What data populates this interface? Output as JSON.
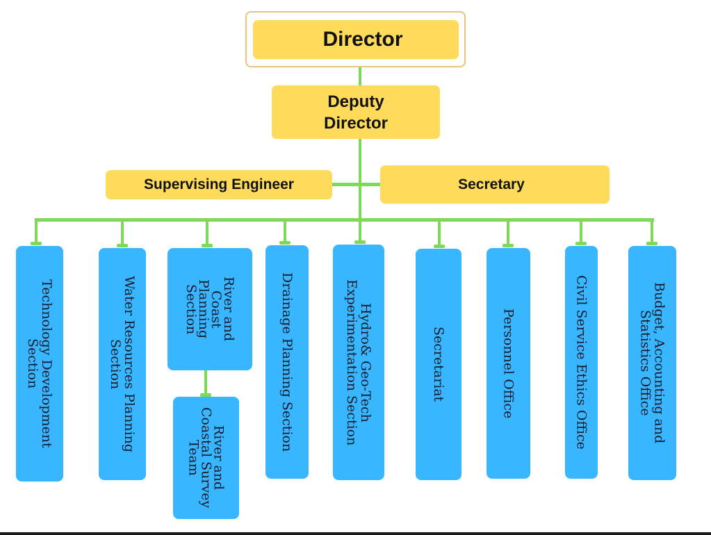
{
  "colors": {
    "manager_box": "#fedb5a",
    "unit_box": "#38b6ff",
    "connector": "#7ed957",
    "director_frame": "#f0c27a"
  },
  "director": "Director",
  "deputy_director": "Deputy Director",
  "supervising_engineer": "Supervising Engineer",
  "secretary": "Secretary",
  "units": [
    "Technology Development Section",
    "Water Resources Planning Section",
    "River and Coast Planning Section",
    "Drainage Planning Section",
    "Hydro& Geo-Tech Experimentation Section",
    "Secretariat",
    "Personnel Office",
    "Civil Service Ethics Office",
    "Budget, Accounting and Statistics Office"
  ],
  "sub_unit": "River and Coastal Survey Team"
}
